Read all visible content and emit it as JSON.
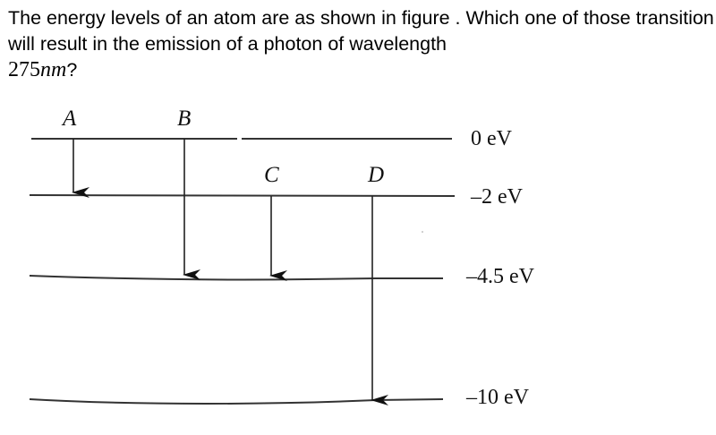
{
  "question": {
    "text": "The energy levels of an atom are as shown in figure . Which one of those transition will result in the emission of a photon of wavelength",
    "math_number": "275",
    "math_unit": "nm",
    "suffix": "?"
  },
  "diagram": {
    "levels": [
      {
        "label": "0 eV",
        "energy_eV": 0
      },
      {
        "label": "–2 eV",
        "energy_eV": -2
      },
      {
        "label": "–4.5 eV",
        "energy_eV": -4.5
      },
      {
        "label": "–10 eV",
        "energy_eV": -10
      }
    ],
    "transitions": [
      {
        "label": "A",
        "from": "0 eV",
        "to": "–2 eV"
      },
      {
        "label": "B",
        "from": "0 eV",
        "to": "–4.5 eV"
      },
      {
        "label": "C",
        "from": "–2 eV",
        "to": "–4.5 eV"
      },
      {
        "label": "D",
        "from": "–2 eV",
        "to": "–10 eV"
      }
    ]
  }
}
